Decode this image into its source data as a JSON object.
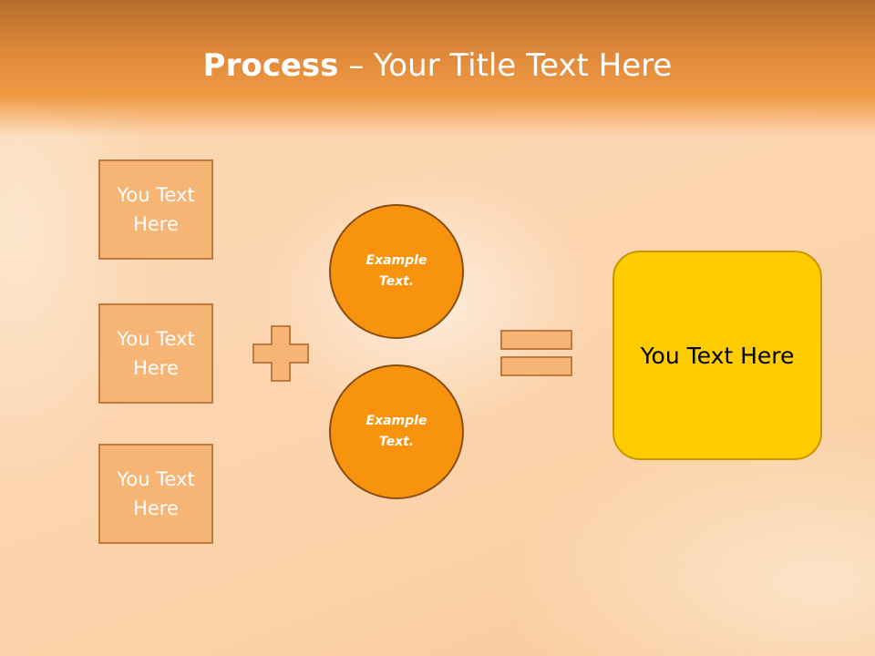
{
  "title": {
    "bold": "Process",
    "dash": " – ",
    "rest": "Your Title Text Here"
  },
  "left_boxes": [
    {
      "line1": "You Text",
      "line2": "Here"
    },
    {
      "line1": "You Text",
      "line2": "Here"
    },
    {
      "line1": "You Text",
      "line2": "Here"
    }
  ],
  "circles": [
    {
      "line1": "Example",
      "line2": "Text."
    },
    {
      "line1": "Example",
      "line2": "Text."
    }
  ],
  "result": {
    "label": "You Text Here"
  },
  "colors": {
    "title_band": "#e0893a",
    "box_fill": "#f6b574",
    "box_border": "#c07a3d",
    "circle_fill": "#f7930d",
    "result_fill": "#ffcc00"
  },
  "icons": {
    "plus": "plus-icon",
    "equals": "equals-icon"
  }
}
